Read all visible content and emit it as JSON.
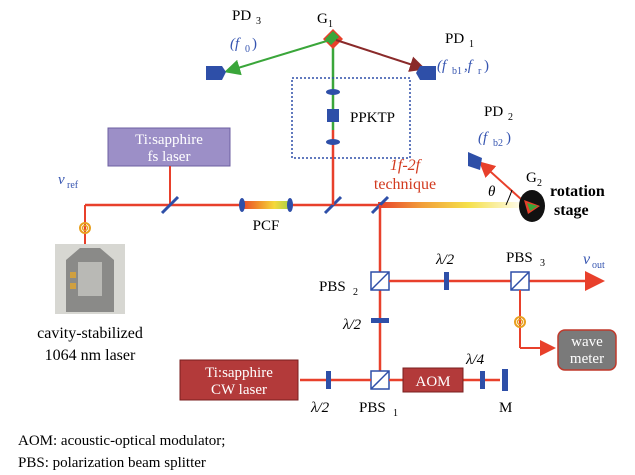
{
  "labels": {
    "pd3": "PD",
    "pd3_sub": "3",
    "pd3_freq": "(f",
    "pd3_freq_sub": "0",
    "pd3_freq_close": ")",
    "g1": "G",
    "g1_sub": "1",
    "pd1": "PD",
    "pd1_sub": "1",
    "pd1_freq": "(f",
    "pd1_freq_sub1": "b1",
    "pd1_freq_mid": ",f",
    "pd1_freq_sub2": "r",
    "pd1_freq_close": ")",
    "ppktp": "PPKTP",
    "pd2": "PD",
    "pd2_sub": "2",
    "pd2_freq": "(f",
    "pd2_freq_sub": "b2",
    "pd2_freq_close": ")",
    "ti_fs_line1": "Ti:sapphire",
    "ti_fs_line2": "fs laser",
    "technique_line1": "1f-2f",
    "technique_line2": "technique",
    "g2": "G",
    "g2_sub": "2",
    "theta": "θ",
    "rotation_line1": "rotation",
    "rotation_line2": "stage",
    "nu_ref": "ν",
    "nu_ref_sub": "ref",
    "pcf": "PCF",
    "pbs2": "PBS",
    "pbs2_sub": "2",
    "half_wave_1": "λ/2",
    "pbs3": "PBS",
    "pbs3_sub": "3",
    "nu_out": "ν",
    "nu_out_sub": "out",
    "half_wave_2": "λ/2",
    "wave_meter_line1": "wave",
    "wave_meter_line2": "meter",
    "cavity_line1": "cavity-stabilized",
    "cavity_line2": "1064 nm laser",
    "ti_cw_line1": "Ti:sapphire",
    "ti_cw_line2": "CW laser",
    "aom": "AOM",
    "quarter_wave": "λ/4",
    "half_wave_3": "λ/2",
    "pbs1": "PBS",
    "pbs1_sub": "1",
    "mirror": "M",
    "legend_line1": "AOM: acoustic-optical modulator;",
    "legend_line2": "PBS: polarization beam splitter"
  },
  "colors": {
    "beam_red": "#e8402b",
    "beam_green": "#3aa63a",
    "optic_blue": "#2e4fa8",
    "ti_fs_fill": "#9c8fc7",
    "ti_cw_fill": "#b33a3a",
    "aom_fill": "#b33a3a",
    "wave_meter_fill": "#7a7a7a",
    "label_blue": "#3554b0",
    "technique_red": "#d23a1f"
  }
}
